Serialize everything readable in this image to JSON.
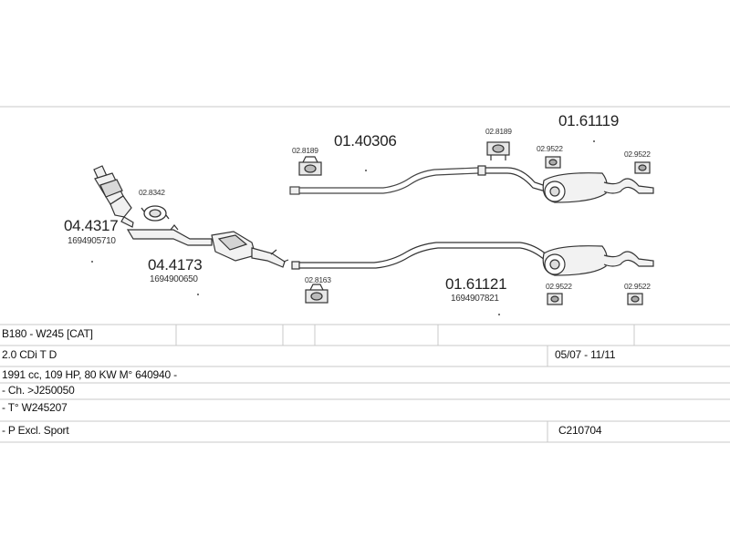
{
  "parts": {
    "p_044317": {
      "code": "04.4317",
      "ref": "1694905710"
    },
    "p_028342": {
      "code": "02.8342"
    },
    "p_044173": {
      "code": "04.4173",
      "ref": "1694900650"
    },
    "p_028163": {
      "code": "02.8163"
    },
    "p_028189a": {
      "code": "02.8189"
    },
    "p_0140306": {
      "code": "01.40306"
    },
    "p_028189b": {
      "code": "02.8189"
    },
    "p_0161119": {
      "code": "01.61119"
    },
    "p_029522a": {
      "code": "02.9522"
    },
    "p_029522b": {
      "code": "02.9522"
    },
    "p_0161121": {
      "code": "01.61121",
      "ref": "1694907821"
    },
    "p_029522c": {
      "code": "02.9522"
    },
    "p_029522d": {
      "code": "02.9522"
    }
  },
  "table": {
    "model": "B180 - W245  [CAT]",
    "engine": "2.0 CDi T D",
    "years": "05/07 - 11/11",
    "specs": "1991 cc, 109 HP, 80 KW M° 640940 -",
    "chassis": "- Ch. >J250050",
    "type": "- T° W245207",
    "exclusion": "- P Excl. Sport",
    "catalog_code": "C210704"
  }
}
